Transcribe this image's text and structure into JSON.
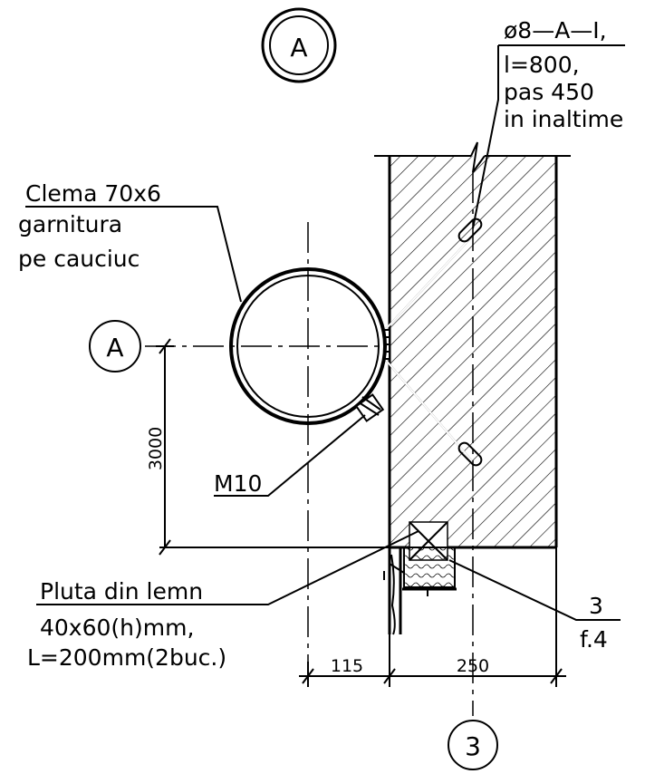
{
  "section_marker_top": "A",
  "section_marker_side": "A",
  "axis_marker": "3",
  "rebar_note": {
    "line1": "ø8—A—I,",
    "line2": "l=800,",
    "line3": "pas 450",
    "line4": "in inaltime"
  },
  "clamp_note": {
    "line1": "Clema 70x6",
    "line2": "garnitura",
    "line3": "pe cauciuc"
  },
  "bolt_label": "M10",
  "plug_note": {
    "line1": "Pluta din lemn",
    "line2": "40x60(h)mm,",
    "line3": "L=200mm(2buc.)"
  },
  "detail_ref": {
    "number": "3",
    "sheet": "f.4"
  },
  "dimensions": {
    "height": "3000",
    "offset": "115",
    "wall_width": "250"
  }
}
